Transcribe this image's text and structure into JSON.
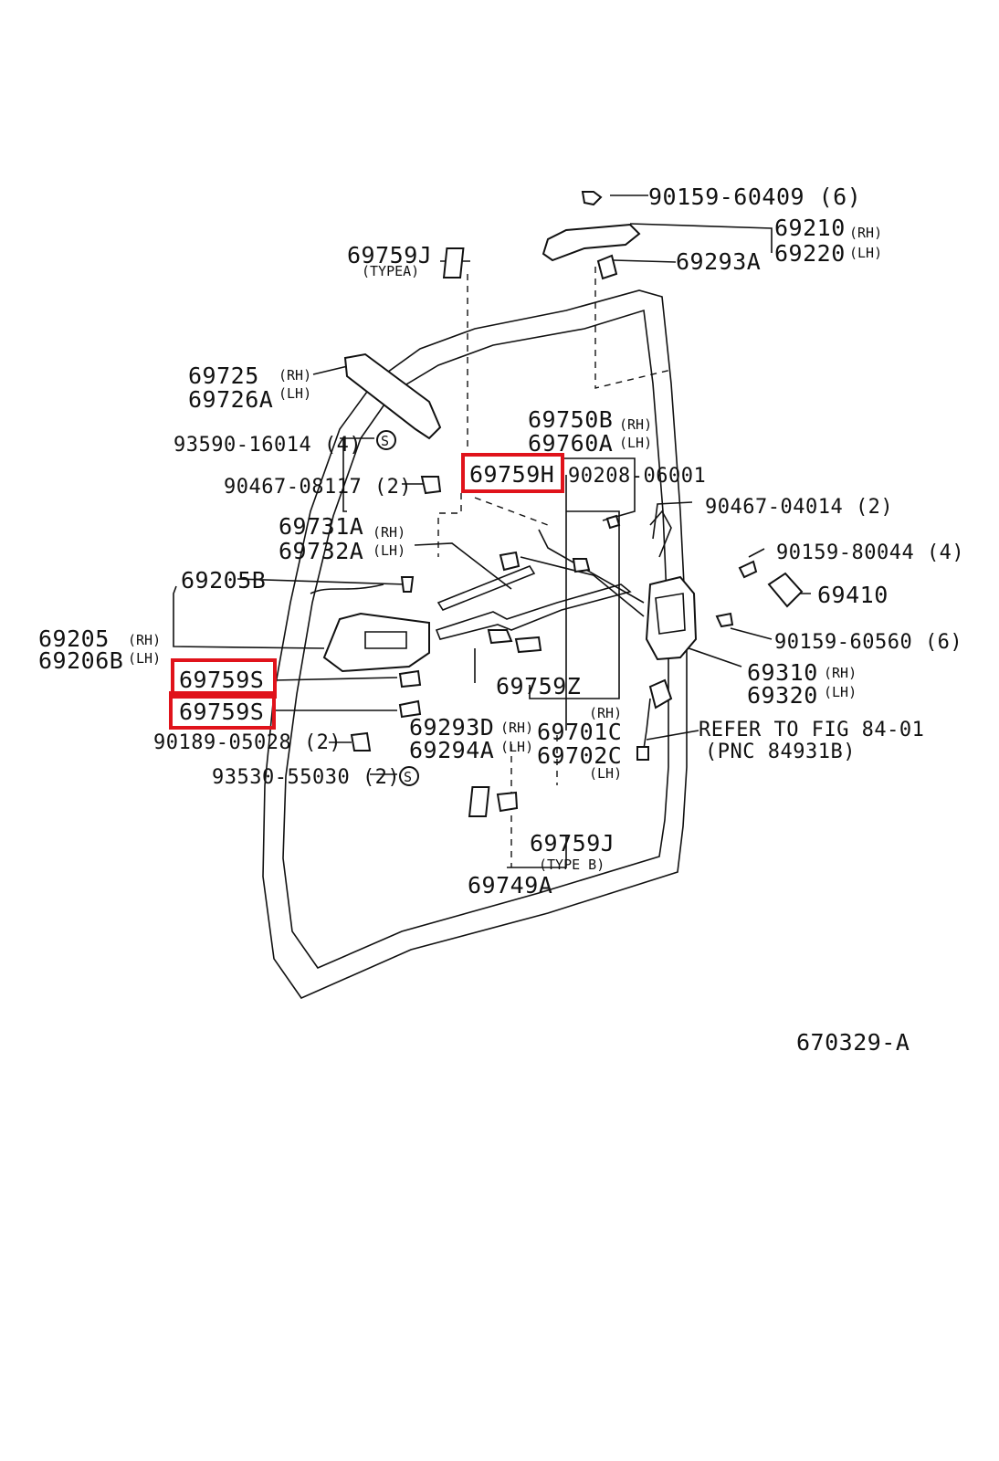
{
  "labels": {
    "p90159_60409": "90159-60409 (6)",
    "p69210": "69210",
    "p69210_side": "(RH)",
    "p69220": "69220",
    "p69220_side": "(LH)",
    "p69293A": "69293A",
    "p69759J_a": "69759J",
    "p69759J_a_type": "(TYPEA)",
    "p69725": "69725",
    "p69725_side": "(RH)",
    "p69726A": "69726A",
    "p69726A_side": "(LH)",
    "p93590": "93590-16014 (4)",
    "p69750B": "69750B",
    "p69750B_side": "(RH)",
    "p69760A": "69760A",
    "p69760A_side": "(LH)",
    "p90467_08117": "90467-08117 (2)",
    "p69759H": "69759H",
    "p90208": "90208-06001",
    "p90467_04014": "90467-04014 (2)",
    "p69731A": "69731A",
    "p69731A_side": "(RH)",
    "p69732A": "69732A",
    "p69732A_side": "(LH)",
    "p90159_80044": "90159-80044 (4)",
    "p69205B": "69205B",
    "p69410": "69410",
    "p69205": "69205",
    "p69205_side": "(RH)",
    "p69206B": "69206B",
    "p69206B_side": "(LH)",
    "p90159_60560": "90159-60560 (6)",
    "p69759S_1": "69759S",
    "p69310": "69310",
    "p69310_side": "(RH)",
    "p69759Z": "69759Z",
    "p69320": "69320",
    "p69320_side": "(LH)",
    "p69759S_2": "69759S",
    "p69701C_rh": "(RH)",
    "p69293D": "69293D",
    "p69293D_side": "(RH)",
    "p69701C": "69701C",
    "p69294A": "69294A",
    "p69294A_side": "(LH)",
    "p69702C": "69702C",
    "p69702C_side": "(LH)",
    "p90189": "90189-05028 (2)",
    "p93530": "93530-55030 (2)",
    "refer_1": "REFER TO FIG 84-01",
    "refer_2": "(PNC 84931B)",
    "p69759J_b": "69759J",
    "p69759J_b_type": "(TYPE B)",
    "p69749A": "69749A",
    "fig_code": "670329-A",
    "s_symbol_1": "S",
    "s_symbol_2": "S"
  },
  "highlight_color": "#e0131b"
}
